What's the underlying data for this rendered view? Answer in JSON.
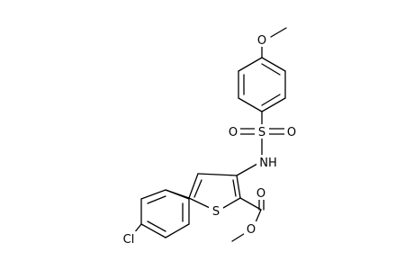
{
  "molecule": {
    "atom_labels": {
      "methoxy_oxygen": "O",
      "sulfur_sulfonyl": "S",
      "sulfonyl_oxygen_left": "O",
      "sulfonyl_oxygen_right": "O",
      "amine": "NH",
      "thiophene_sulfur": "S",
      "carbonyl_oxygen": "O",
      "ester_oxygen": "O",
      "chlorine": "Cl"
    }
  },
  "colors": {
    "bond": "#000000",
    "label": "#000000",
    "background": "#ffffff"
  }
}
